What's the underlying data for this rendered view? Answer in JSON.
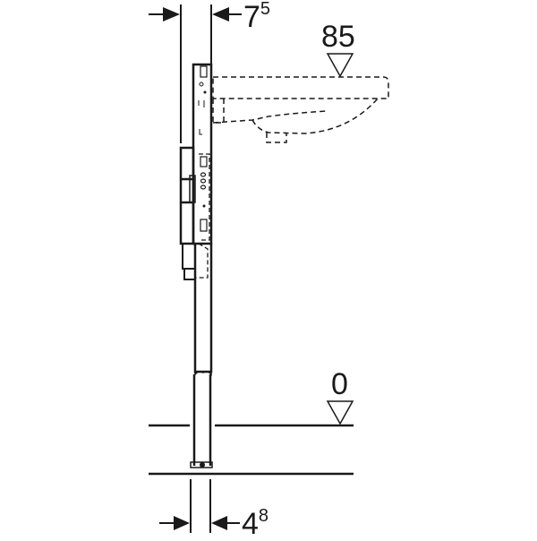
{
  "diagram": {
    "type": "installation-dimension-drawing",
    "subject": "washbasin installation frame (side elevation)",
    "stroke_color": "#1a1a1a",
    "background": "#ffffff"
  },
  "dimensions": {
    "top_width": {
      "main": "7",
      "sup": "5"
    },
    "bottom_width": {
      "main": "4",
      "sup": "8"
    }
  },
  "level_markers": {
    "basin_top": {
      "value": "85"
    },
    "floor_finished": {
      "value": "0"
    }
  }
}
